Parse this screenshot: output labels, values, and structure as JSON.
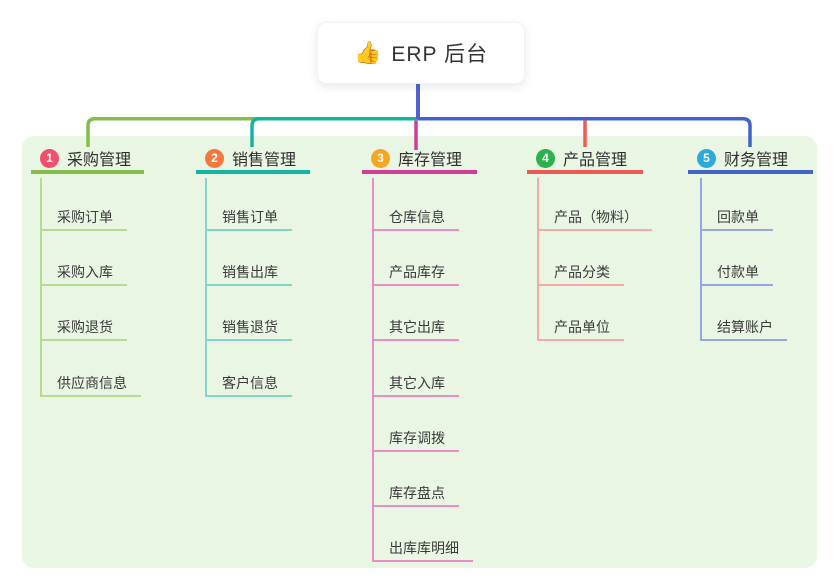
{
  "canvas": {
    "background": "#ffffff",
    "panel_background": "#eaf6e4",
    "stem_color": "#4f63d3"
  },
  "root": {
    "label": "ERP 后台",
    "icon": "thumbs-up-icon",
    "icon_glyph": "👍"
  },
  "branches": [
    {
      "badge": "1",
      "label": "采购管理",
      "colors": {
        "badge": "#f14f6d",
        "line": "#84bd4a",
        "light": "#b7da92"
      },
      "children": [
        "采购订单",
        "采购入库",
        "采购退货",
        "供应商信息"
      ]
    },
    {
      "badge": "2",
      "label": "销售管理",
      "colors": {
        "badge": "#f5793f",
        "line": "#15b3a2",
        "light": "#84d4c9"
      },
      "children": [
        "销售订单",
        "销售出库",
        "销售退货",
        "客户信息"
      ]
    },
    {
      "badge": "3",
      "label": "库存管理",
      "colors": {
        "badge": "#f7a71f",
        "line": "#cf3d96",
        "light": "#ec8cc5"
      },
      "children": [
        "仓库信息",
        "产品库存",
        "其它出库",
        "其它入库",
        "库存调拨",
        "库存盘点",
        "出库库明细"
      ]
    },
    {
      "badge": "4",
      "label": "产品管理",
      "colors": {
        "badge": "#2bb24d",
        "line": "#f05a55",
        "light": "#f5aaa7"
      },
      "children": [
        "产品（物料）",
        "产品分类",
        "产品单位"
      ]
    },
    {
      "badge": "5",
      "label": "财务管理",
      "colors": {
        "badge": "#2caade",
        "line": "#4263cc",
        "light": "#95a7e2"
      },
      "children": [
        "回款单",
        "付款单",
        "结算账户"
      ]
    }
  ]
}
